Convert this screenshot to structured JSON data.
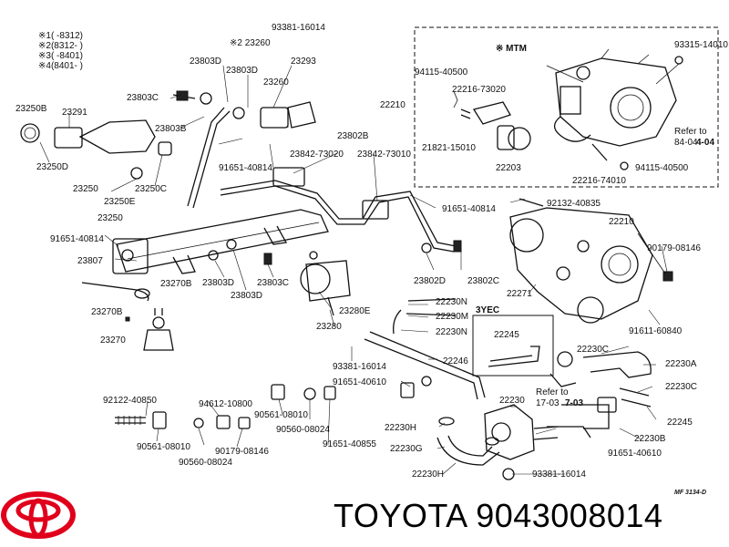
{
  "legend": {
    "r1": "※1(  -8312)",
    "r2": "※2(8312-  )",
    "r3": "※3(  -8401)",
    "r4": "※4(8401-  )"
  },
  "mtm_box": {
    "title": "※ MTM",
    "labels": [
      "93315-14010",
      "94115-40500",
      "22216-73020",
      "21821-15010",
      "22203",
      "22216-74010",
      "94115-40500",
      "Refer to",
      "84-04",
      "4-04"
    ]
  },
  "yec_box": {
    "title": "3YEC",
    "label": "22245"
  },
  "labels": [
    "※2 23260",
    "93381-16014",
    "23803D",
    "23803D",
    "23293",
    "23260",
    "23803C",
    "23803B",
    "23250B",
    "23291",
    "23250D",
    "23250",
    "23250E",
    "23250C",
    "23250",
    "91651-40814",
    "23842-73020",
    "23842-73010",
    "23802B",
    "22210",
    "91651-40814",
    "91651-40814",
    "23807",
    "23803D",
    "23803C",
    "23270B",
    "23803D",
    "23802D",
    "23802C",
    "92132-40835",
    "22210",
    "90179-08146",
    "22271",
    "22230N",
    "22230M",
    "22230N",
    "23280E",
    "23280",
    "23270B",
    "23270",
    "93381-16014",
    "91651-40610",
    "22246",
    "22230C",
    "22230A",
    "22230C",
    "91611-60840",
    "Refer to",
    "17-03",
    "7-03",
    "22230",
    "22245",
    "92122-40850",
    "94612-10800",
    "90561-08010",
    "90560-08024",
    "91651-40855",
    "90561-08010",
    "90560-08024",
    "90179-08146",
    "22230H",
    "22230G",
    "22230H",
    "22230B",
    "91651-40610",
    "93381-16014",
    "MF 3134-D"
  ],
  "brand": {
    "name": "TOYOTA 9043008014"
  },
  "colors": {
    "ink": "#111111",
    "logo": "#e0001b",
    "background": "#ffffff"
  },
  "icons": {
    "logo": "toyota-logo-icon"
  }
}
